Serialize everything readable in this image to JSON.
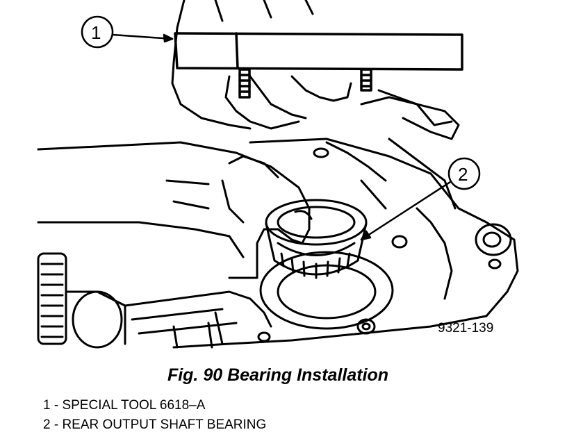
{
  "figure": {
    "id": "9321-139",
    "caption": "Fig. 90 Bearing Installation"
  },
  "callouts": [
    {
      "number": "1",
      "text": "1 - SPECIAL TOOL 6618–A"
    },
    {
      "number": "2",
      "text": "2 - REAR OUTPUT SHAFT BEARING"
    }
  ]
}
